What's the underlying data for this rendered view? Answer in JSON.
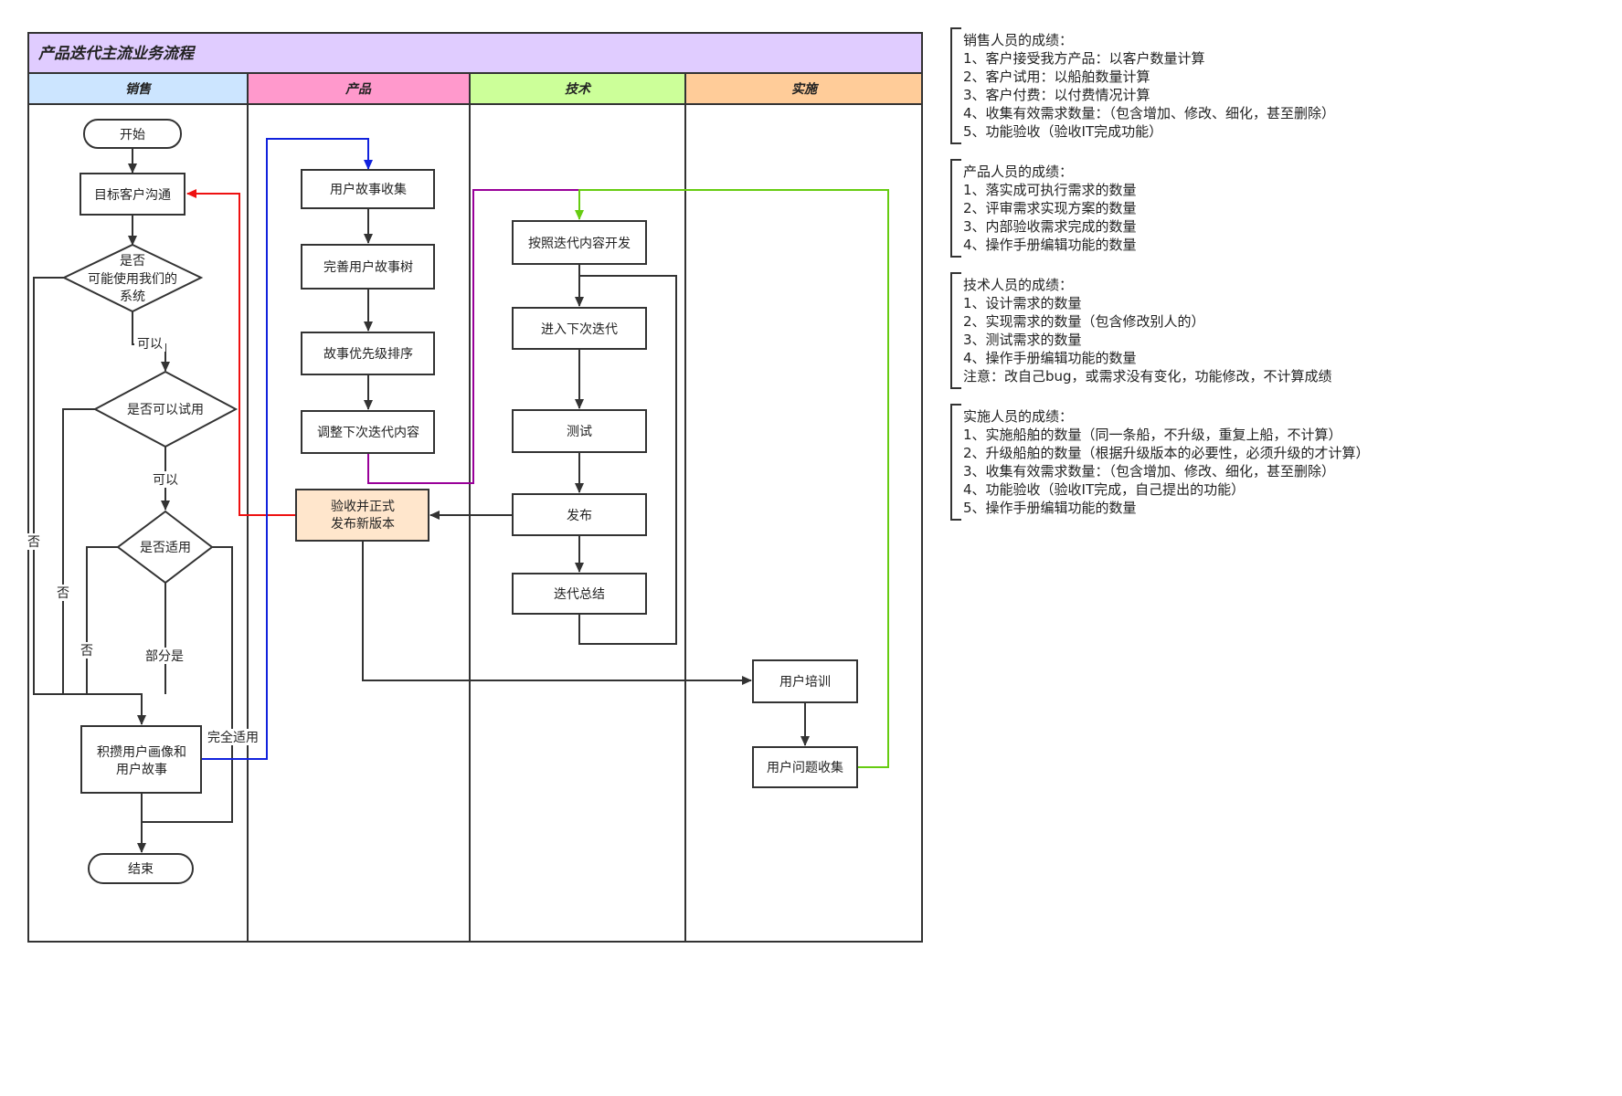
{
  "pool": {
    "title": "产品迭代主流业务流程"
  },
  "lanes": [
    {
      "title": "销售",
      "color": "#cce5ff"
    },
    {
      "title": "产品",
      "color": "#ff99cc"
    },
    {
      "title": "技术",
      "color": "#ccff99"
    },
    {
      "title": "实施",
      "color": "#ffcc99"
    }
  ],
  "nodes": {
    "start": "开始",
    "target_customer": "目标客户沟通",
    "can_use": [
      "是否",
      "可能使用我们的",
      "系统"
    ],
    "can_trial": "是否可以试用",
    "applicable": "是否适用",
    "accumulate": [
      "积攒用户画像和",
      "用户故事"
    ],
    "end": "结束",
    "story_collect": "用户故事收集",
    "story_tree": "完善用户故事树",
    "story_priority": "故事优先级排序",
    "adjust_iteration": "调整下次迭代内容",
    "accept_release": [
      "验收并正式",
      "发布新版本"
    ],
    "develop": "按照迭代内容开发",
    "next_iteration": "进入下次迭代",
    "test": "测试",
    "release": "发布",
    "summary": "迭代总结",
    "training": "用户培训",
    "issue_collect": "用户问题收集"
  },
  "edge_labels": {
    "yes1": "可以",
    "yes2": "可以",
    "no1": "否",
    "no2": "否",
    "no3": "否",
    "partial": "部分是",
    "full": "完全适用"
  },
  "edge_colors": {
    "default": "#333333",
    "red": "#ee1111",
    "blue": "#1122dd",
    "purple": "#990099",
    "green": "#66cc11"
  },
  "accept_node_color": "#ffe6cc",
  "notes": [
    {
      "title": "销售人员的成绩：",
      "items": [
        "1、客户接受我方产品：以客户数量计算",
        "2、客户试用：以船舶数量计算",
        "3、客户付费：以付费情况计算",
        "4、收集有效需求数量：（包含增加、修改、细化，甚至删除）",
        "5、功能验收（验收IT完成功能）"
      ]
    },
    {
      "title": "产品人员的成绩：",
      "items": [
        "1、落实成可执行需求的数量",
        "2、评审需求实现方案的数量",
        "3、内部验收需求完成的数量",
        "4、操作手册编辑功能的数量"
      ]
    },
    {
      "title": "技术人员的成绩：",
      "items": [
        "1、设计需求的数量",
        "2、实现需求的数量（包含修改别人的）",
        "3、测试需求的数量",
        "4、操作手册编辑功能的数量",
        "注意：改自己bug，或需求没有变化，功能修改，不计算成绩"
      ]
    },
    {
      "title": "实施人员的成绩：",
      "items": [
        "1、实施船舶的数量（同一条船，不升级，重复上船，不计算）",
        "2、升级船舶的数量（根据升级版本的必要性，必须升级的才计算）",
        "3、收集有效需求数量：（包含增加、修改、细化，甚至删除）",
        "4、功能验收（验收IT完成，自己提出的功能）",
        "5、操作手册编辑功能的数量"
      ]
    }
  ]
}
